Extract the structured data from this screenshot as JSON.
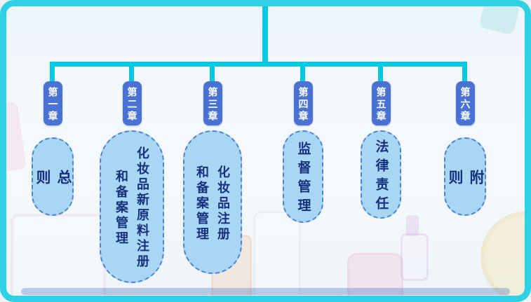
{
  "diagram": {
    "type": "org-tree",
    "description": "Six-chapter structure flowchart of a cosmetics registration regulation",
    "colors": {
      "frame_cyan": "#2ed2e4",
      "connector_cyan": "#05c9e2",
      "badge_blue": "#4a71d4",
      "capsule_fill": "#a9d6f3",
      "capsule_border": "#4f82d8",
      "capsule_text": "#14327e",
      "bottom_bar_blue": "#2a52b8"
    }
  },
  "chapters": [
    {
      "badge": "第一章",
      "title": "总则",
      "cols": [
        "总则"
      ]
    },
    {
      "badge": "第二章",
      "title": "化妆品新原料注册和备案管理",
      "cols": [
        "化妆品新原料注册",
        "和备案管理"
      ]
    },
    {
      "badge": "第三章",
      "title": "化妆品注册和备案管理",
      "cols": [
        "化妆品注册",
        "和备案管理"
      ]
    },
    {
      "badge": "第四章",
      "title": "监督管理",
      "cols": [
        "监督管理"
      ]
    },
    {
      "badge": "第五章",
      "title": "法律责任",
      "cols": [
        "法律责任"
      ]
    },
    {
      "badge": "第六章",
      "title": "附则",
      "cols": [
        "附则"
      ]
    }
  ]
}
